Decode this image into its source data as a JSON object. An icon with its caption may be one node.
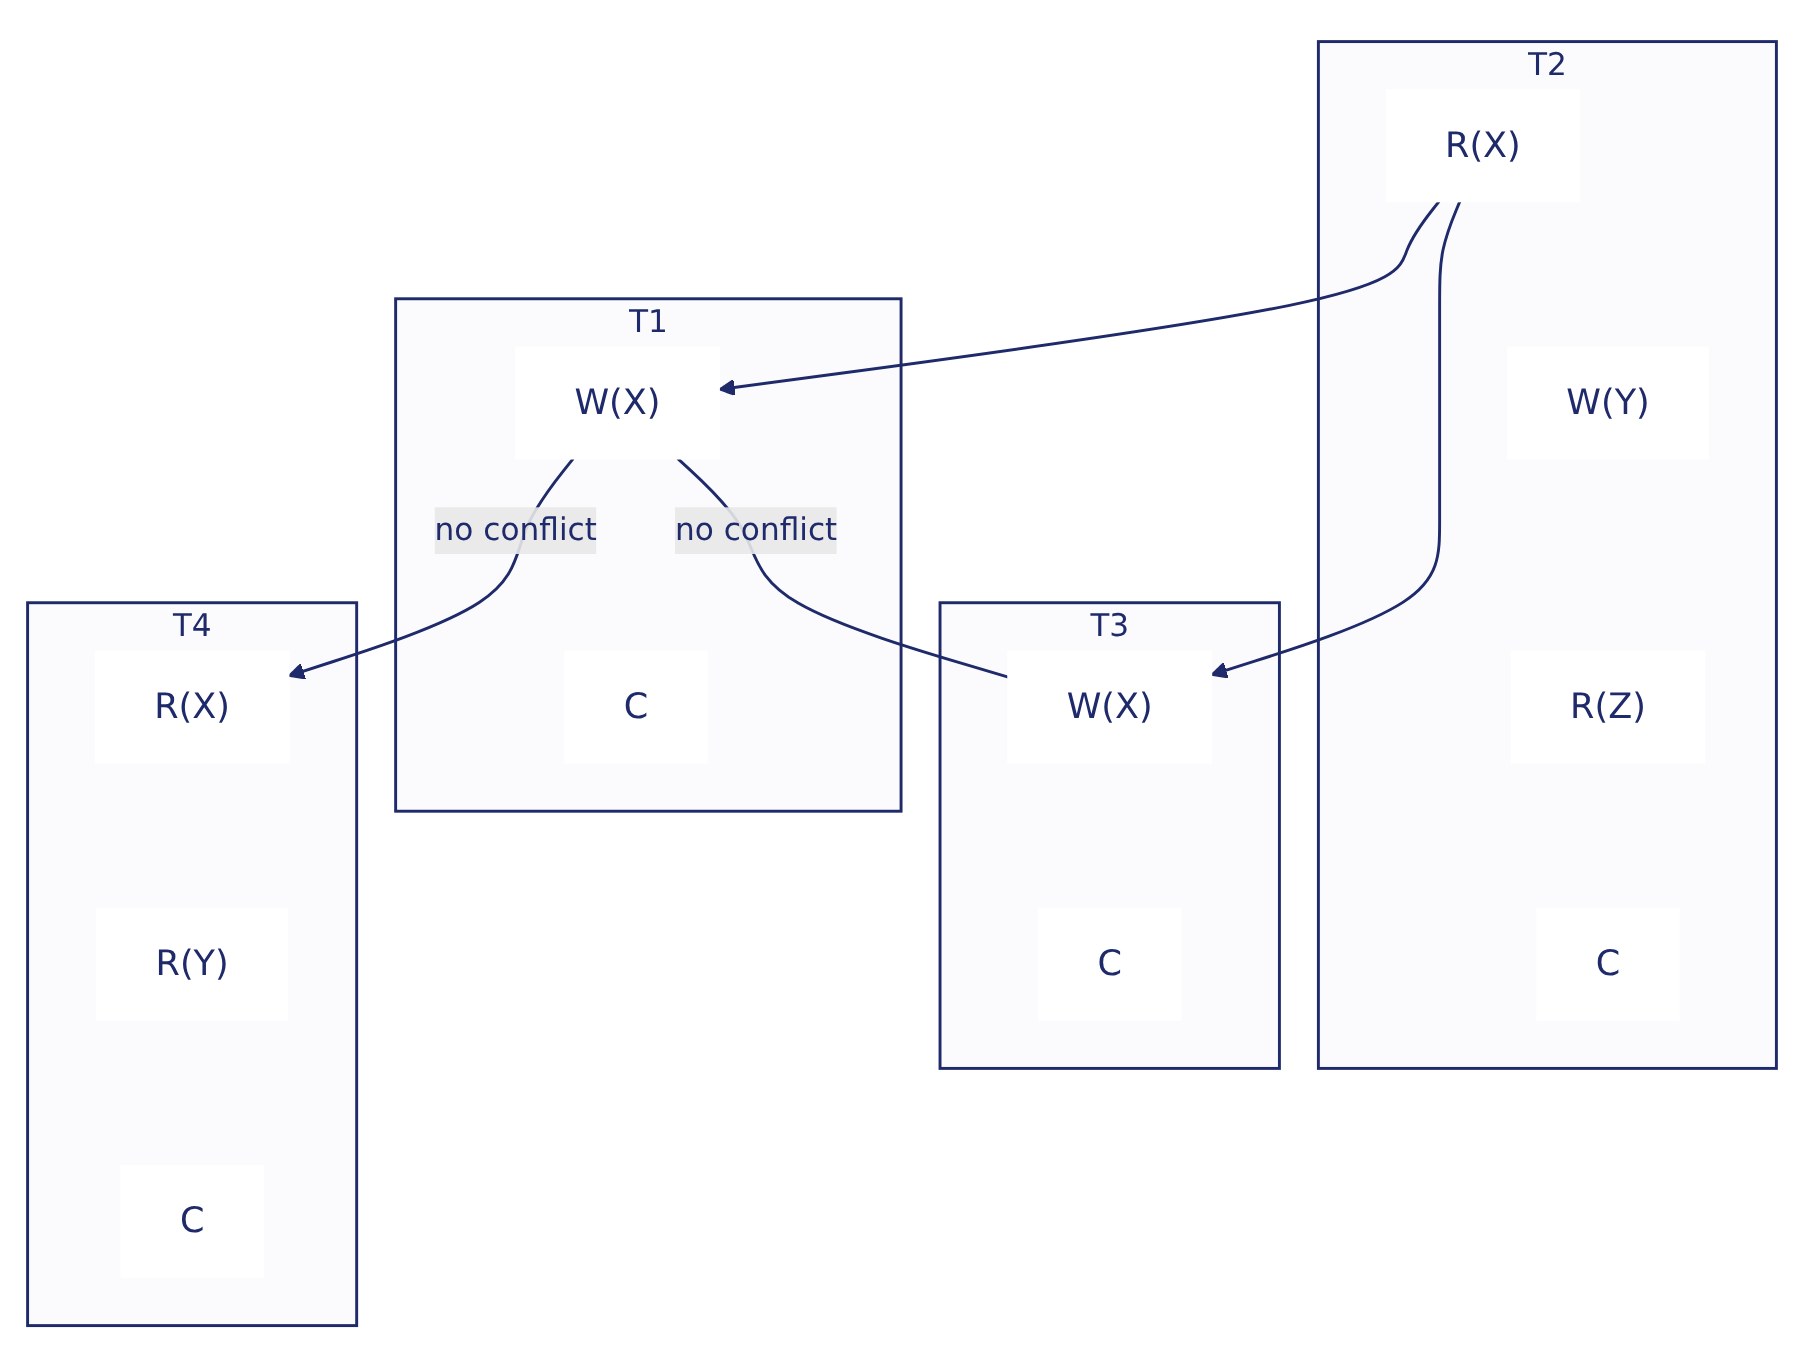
{
  "diagram": {
    "nodes": [
      {
        "text": [
          "T1"
        ]
      },
      {
        "text": [
          "T2"
        ]
      },
      {
        "text": [
          "T3"
        ]
      },
      {
        "text": [
          "T4"
        ]
      },
      {
        "text": [
          "W(X)"
        ],
        "in": 0
      },
      {
        "text": [
          "C"
        ],
        "in": 0
      },
      {
        "text": [
          "R(X)"
        ],
        "in": 1
      },
      {
        "text": [
          "W(Y)"
        ],
        "in": 1
      },
      {
        "text": [
          "R(Z)"
        ],
        "in": 1
      },
      {
        "text": [
          "C"
        ],
        "in": 1
      },
      {
        "text": [
          "W(X)"
        ],
        "in": 2
      },
      {
        "text": [
          "C"
        ],
        "in": 2
      },
      {
        "text": [
          "R(X)"
        ],
        "in": 3
      },
      {
        "text": [
          "R(Y)"
        ],
        "in": 3
      },
      {
        "text": [
          "C"
        ],
        "in": 3
      }
    ],
    "edges": [
      {
        "from": 6,
        "to": 4,
        "arrow": "to"
      },
      {
        "from": 6,
        "to": 10,
        "arrow": "to"
      },
      {
        "from": 4,
        "to": 10,
        "arrow": "none",
        "label": "no conflict"
      },
      {
        "from": 4,
        "to": 12,
        "arrow": "to",
        "label": "no conflict"
      }
    ]
  }
}
